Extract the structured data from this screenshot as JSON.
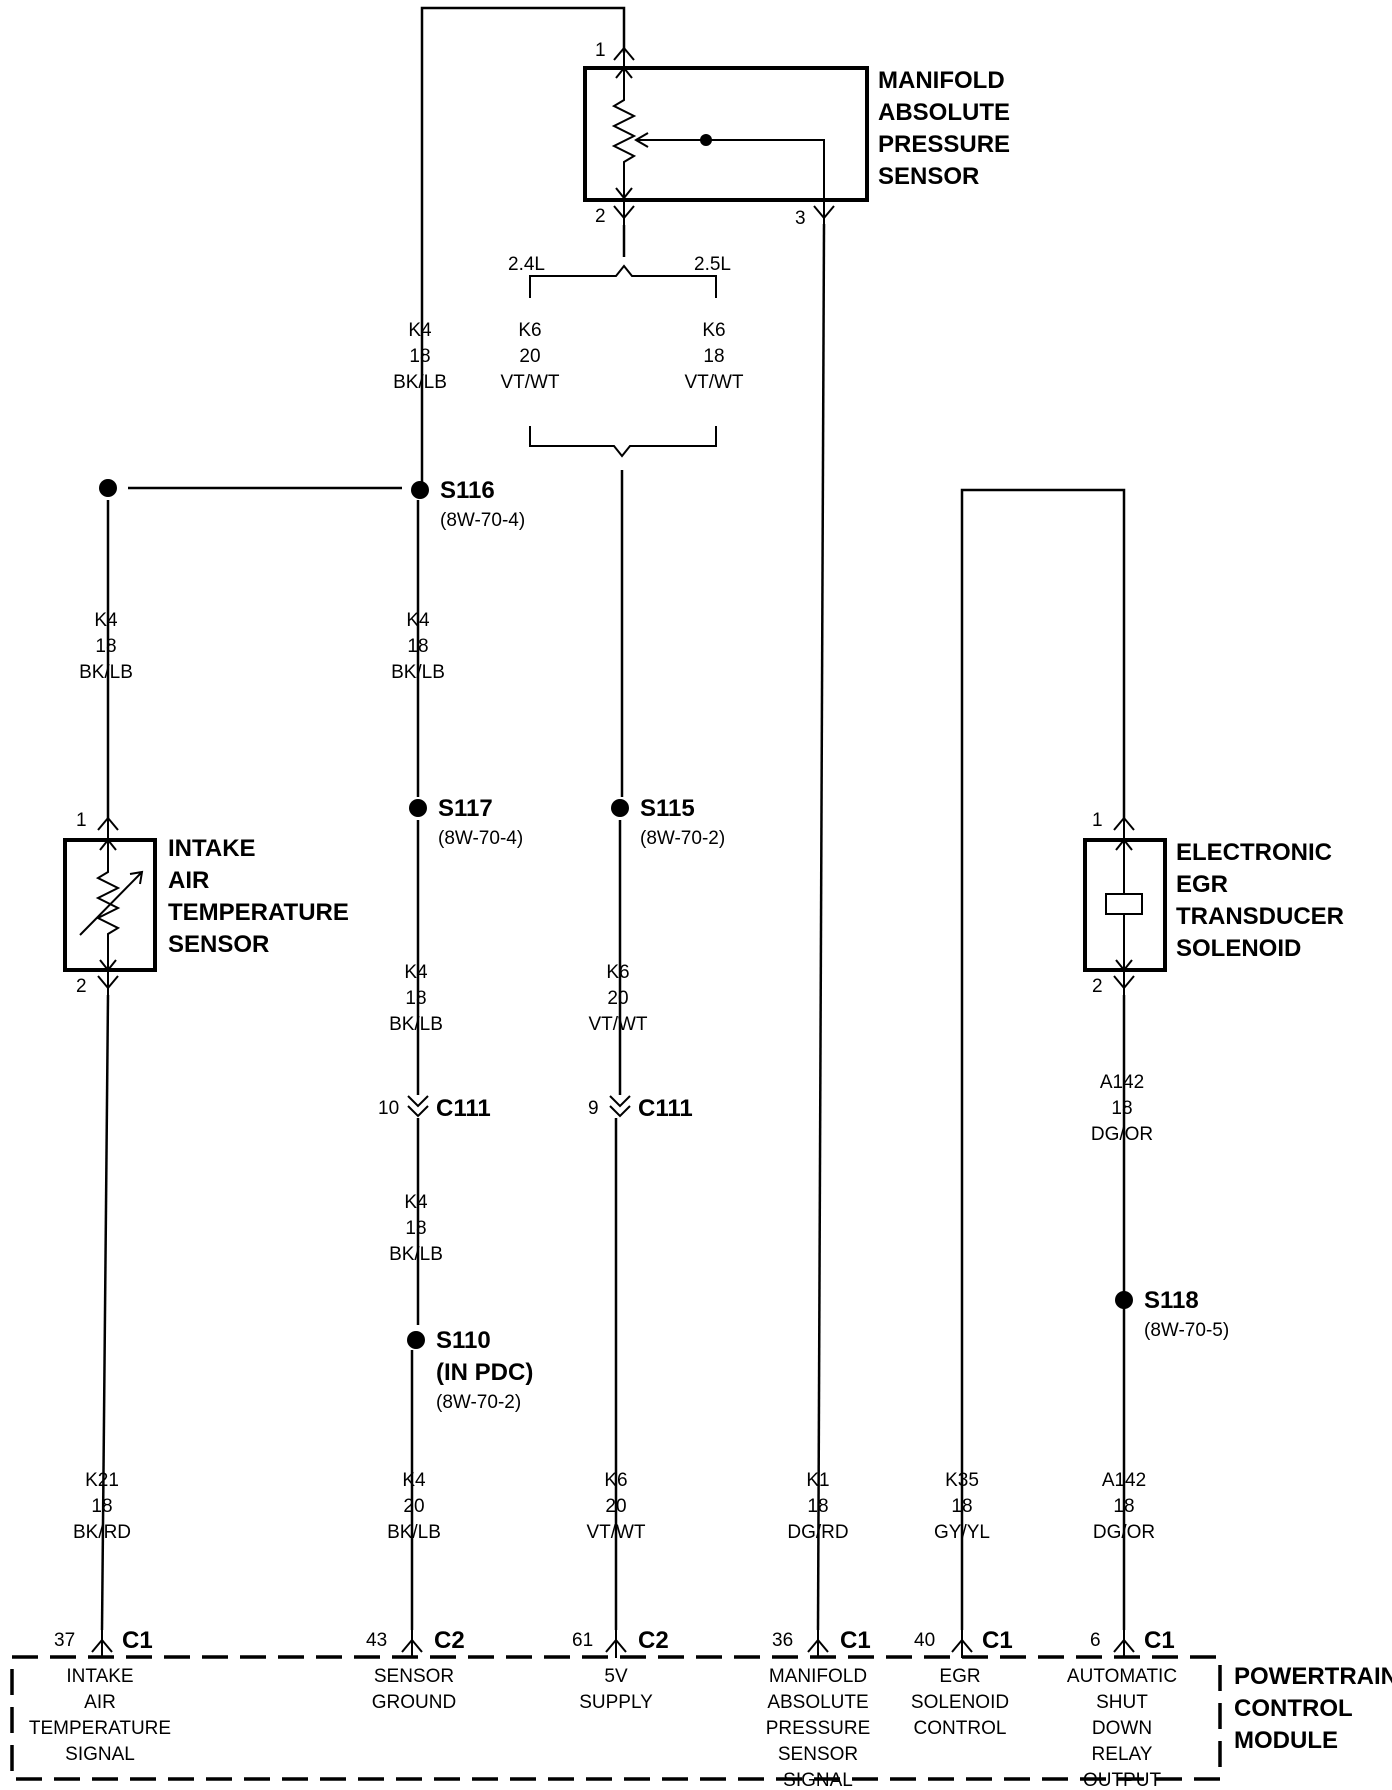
{
  "components": {
    "map_sensor": [
      "MANIFOLD",
      "ABSOLUTE",
      "PRESSURE",
      "SENSOR"
    ],
    "iat_sensor": [
      "INTAKE",
      "AIR",
      "TEMPERATURE",
      "SENSOR"
    ],
    "egr_solenoid": [
      "ELECTRONIC",
      "EGR",
      "TRANSDUCER",
      "SOLENOID"
    ],
    "pcm": [
      "POWERTRAIN",
      "CONTROL",
      "MODULE"
    ]
  },
  "pins": {
    "map_1": "1",
    "map_2": "2",
    "map_3": "3",
    "iat_1": "1",
    "iat_2": "2",
    "egr_1": "1",
    "egr_2": "2"
  },
  "engine_options": {
    "left": "2.4L",
    "right": "2.5L"
  },
  "wires": {
    "k4_top": [
      "K4",
      "18",
      "BK/LB"
    ],
    "k6_24": [
      "K6",
      "20",
      "VT/WT"
    ],
    "k6_25": [
      "K6",
      "18",
      "VT/WT"
    ],
    "k4_iat": [
      "K4",
      "18",
      "BK/LB"
    ],
    "k4_mid1": [
      "K4",
      "18",
      "BK/LB"
    ],
    "k4_mid2": [
      "K4",
      "18",
      "BK/LB"
    ],
    "k4_mid3": [
      "K4",
      "18",
      "BK/LB"
    ],
    "k6_mid": [
      "K6",
      "20",
      "VT/WT"
    ],
    "a142_top": [
      "A142",
      "18",
      "DG/OR"
    ],
    "k21": [
      "K21",
      "18",
      "BK/RD"
    ],
    "k4_bottom": [
      "K4",
      "20",
      "BK/LB"
    ],
    "k6_bottom": [
      "K6",
      "20",
      "VT/WT"
    ],
    "k1": [
      "K1",
      "18",
      "DG/RD"
    ],
    "k35": [
      "K35",
      "18",
      "GY/YL"
    ],
    "a142_bottom": [
      "A142",
      "18",
      "DG/OR"
    ]
  },
  "splices": {
    "s116": {
      "name": "S116",
      "ref": "(8W-70-4)"
    },
    "s117": {
      "name": "S117",
      "ref": "(8W-70-4)"
    },
    "s115": {
      "name": "S115",
      "ref": "(8W-70-2)"
    },
    "s110": {
      "name": "S110",
      "sub": "(IN PDC)",
      "ref": "(8W-70-2)"
    },
    "s118": {
      "name": "S118",
      "ref": "(8W-70-5)"
    }
  },
  "connectors": {
    "c111_k4": {
      "pin": "10",
      "name": "C111"
    },
    "c111_k6": {
      "pin": "9",
      "name": "C111"
    }
  },
  "pcm_pins": [
    {
      "pin": "37",
      "conn": "C1",
      "label": [
        "INTAKE",
        "AIR",
        "TEMPERATURE",
        "SIGNAL"
      ]
    },
    {
      "pin": "43",
      "conn": "C2",
      "label": [
        "SENSOR",
        "GROUND"
      ]
    },
    {
      "pin": "61",
      "conn": "C2",
      "label": [
        "5V",
        "SUPPLY"
      ]
    },
    {
      "pin": "36",
      "conn": "C1",
      "label": [
        "MANIFOLD",
        "ABSOLUTE",
        "PRESSURE",
        "SENSOR",
        "SIGNAL"
      ]
    },
    {
      "pin": "40",
      "conn": "C1",
      "label": [
        "EGR",
        "SOLENOID",
        "CONTROL"
      ]
    },
    {
      "pin": "6",
      "conn": "C1",
      "label": [
        "AUTOMATIC",
        "SHUT",
        "DOWN",
        "RELAY",
        "OUTPUT"
      ]
    }
  ]
}
